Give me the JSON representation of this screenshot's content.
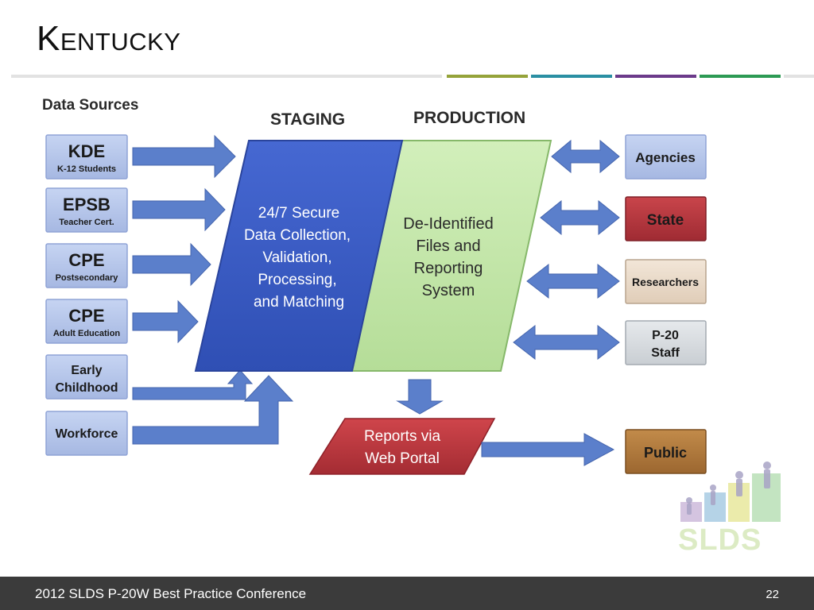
{
  "slide": {
    "title": "Kentucky",
    "footer_text": "2012 SLDS P-20W Best Practice Conference",
    "page_number": "22"
  },
  "diagram": {
    "sources_heading": "Data Sources",
    "staging_heading": "STAGING",
    "production_heading": "PRODUCTION",
    "sources": [
      {
        "title": "KDE",
        "subtitle": "K-12 Students"
      },
      {
        "title": "EPSB",
        "subtitle": "Teacher Cert."
      },
      {
        "title": "CPE",
        "subtitle": "Postsecondary"
      },
      {
        "title": "CPE",
        "subtitle": "Adult Education"
      },
      {
        "line1": "Early",
        "line2": "Childhood"
      },
      {
        "label": "Workforce"
      }
    ],
    "staging_lines": [
      "24/7 Secure",
      "Data Collection,",
      "Validation,",
      "Processing,",
      "and Matching"
    ],
    "production_lines": [
      "De-Identified",
      "Files and",
      "Reporting",
      "System"
    ],
    "portal_lines": [
      "Reports via",
      "Web Portal"
    ],
    "consumers": {
      "agencies": "Agencies",
      "state": "State",
      "researchers": "Researchers",
      "p20_line1": "P-20",
      "p20_line2": "Staff",
      "public": "Public"
    },
    "logo_text": "SLDS"
  },
  "colors": {
    "source_box": "#b7c6ea",
    "staging": "#3d5ec8",
    "production": "#c6e7ac",
    "state": "#b7383f",
    "researchers": "#ecdccb",
    "p20": "#d9dde0",
    "public": "#b07a3d",
    "portal": "#c0393f",
    "arrow": "#5b7fcb"
  }
}
